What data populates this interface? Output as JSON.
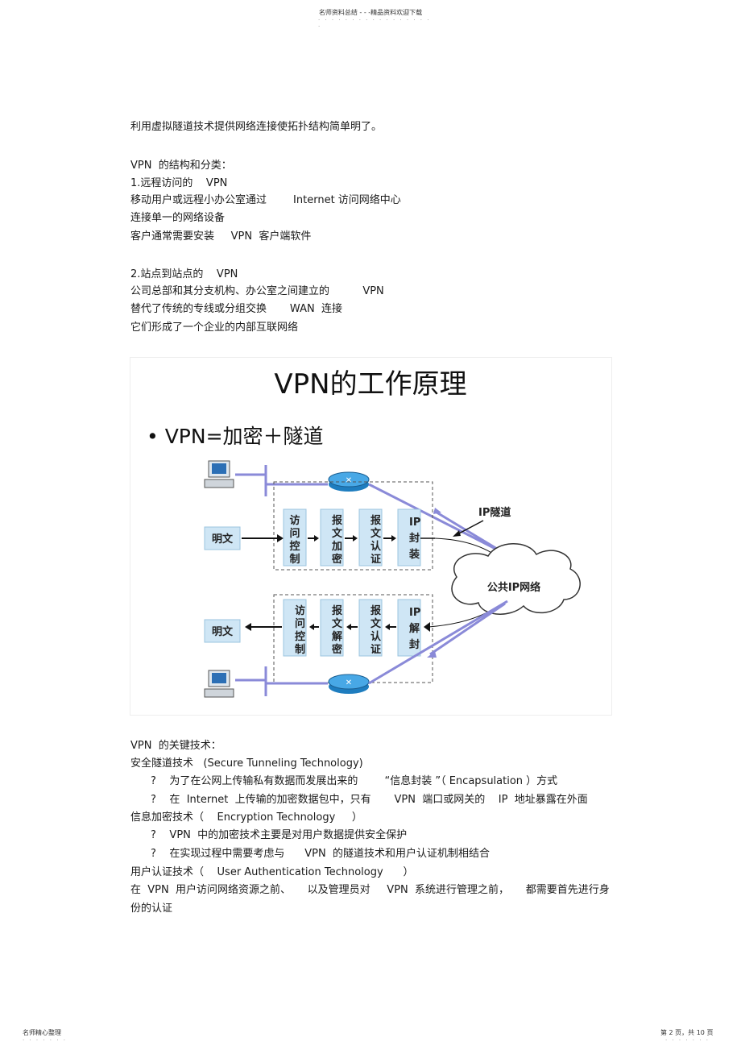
{
  "header": {
    "title": "名师资料总结 - - -精品资料欢迎下载",
    "dots": "· · · · · · · · · · · · · · · · · ·"
  },
  "paragraphs": {
    "p1": "利用虚拟隧道技术提供网络连接使拓扑结构简单明了。",
    "p2": "VPN  的结构和分类：",
    "p3": "1.远程访问的    VPN",
    "p4": "移动用户或远程小办公室通过        Internet 访问网络中心",
    "p5": "连接单一的网络设备",
    "p6": "客户通常需要安装     VPN  客户端软件",
    "p7": "2.站点到站点的    VPN",
    "p8": "公司总部和其分支机构、办公室之间建立的          VPN",
    "p9": "替代了传统的专线或分组交换       WAN  连接",
    "p10": "它们形成了一个企业的内部互联网络",
    "k1": "VPN  的关键技术：",
    "k2": "安全隧道技术   (Secure Tunneling Technology)",
    "k3": "?    为了在公网上传输私有数据而发展出来的        “信息封装 ”（ Encapsulation ）方式",
    "k4": "?    在  Internet  上传输的加密数据包中，只有       VPN  端口或网关的    IP  地址暴露在外面",
    "k5": "信息加密技术（    Encryption Technology     ）",
    "k6": "?    VPN  中的加密技术主要是对用户数据提供安全保护",
    "k7": "?    在实现过程中需要考虑与      VPN  的隧道技术和用户认证机制相结合",
    "k8": "用户认证技术（    User Authentication Technology      ）",
    "k9": "在  VPN  用户访问网络资源之前、     以及管理员对     VPN  系统进行管理之前，     都需要首先进行身",
    "k10": "份的认证"
  },
  "figure": {
    "title": "VPN的工作原理",
    "bullet": "• VPN=加密＋隧道",
    "tunnel_label": "IP隧道",
    "cloud_label": "公共IP网络",
    "top_row": {
      "plain": "明文",
      "b1": "访问控制",
      "b2": "报文加密",
      "b3": "报文认证",
      "b4": "IP封装"
    },
    "bottom_row": {
      "plain": "明文",
      "b1": "访问控制",
      "b2": "报文解密",
      "b3": "报文认证",
      "b4": "IP解封"
    }
  },
  "footer": {
    "left": "名师精心整理",
    "right": "第 2 页，共 10 页",
    "dots": "· · · · · · ·"
  }
}
